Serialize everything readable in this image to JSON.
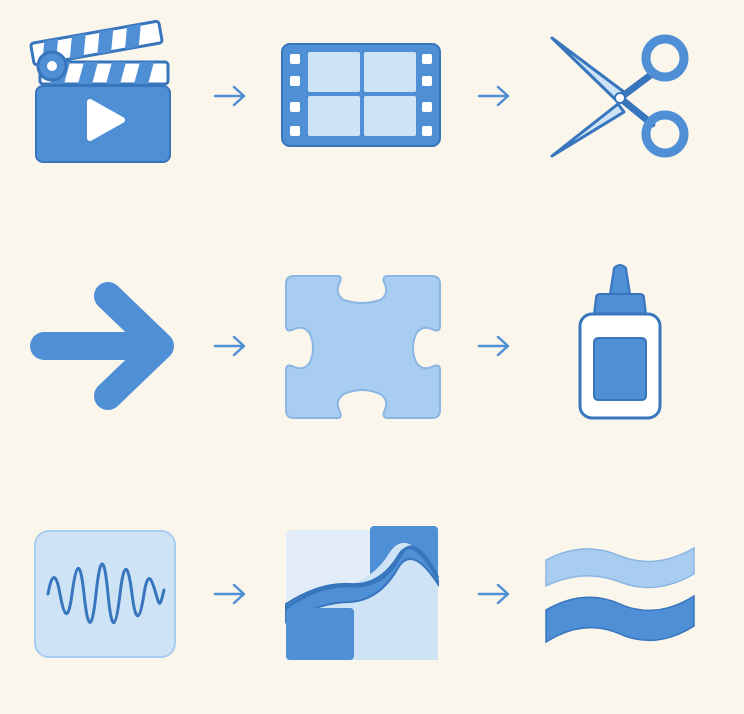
{
  "colors": {
    "background": "#fbf6ec",
    "primary": "#4f8fd6",
    "primary_dark": "#3775bd",
    "light": "#a9cdf0",
    "lighter": "#cfe3f6",
    "white": "#ffffff"
  },
  "rows": [
    {
      "name": "video-editing-row",
      "items": [
        "clapperboard-icon",
        "film-frames-icon",
        "scissors-icon"
      ]
    },
    {
      "name": "transition-row",
      "items": [
        "right-arrow-icon",
        "puzzle-piece-icon",
        "glue-bottle-icon"
      ]
    },
    {
      "name": "audio-row",
      "items": [
        "sound-wave-icon",
        "crossfade-icon",
        "waves-icon"
      ]
    }
  ],
  "connector_icon": "small-right-arrow-icon"
}
